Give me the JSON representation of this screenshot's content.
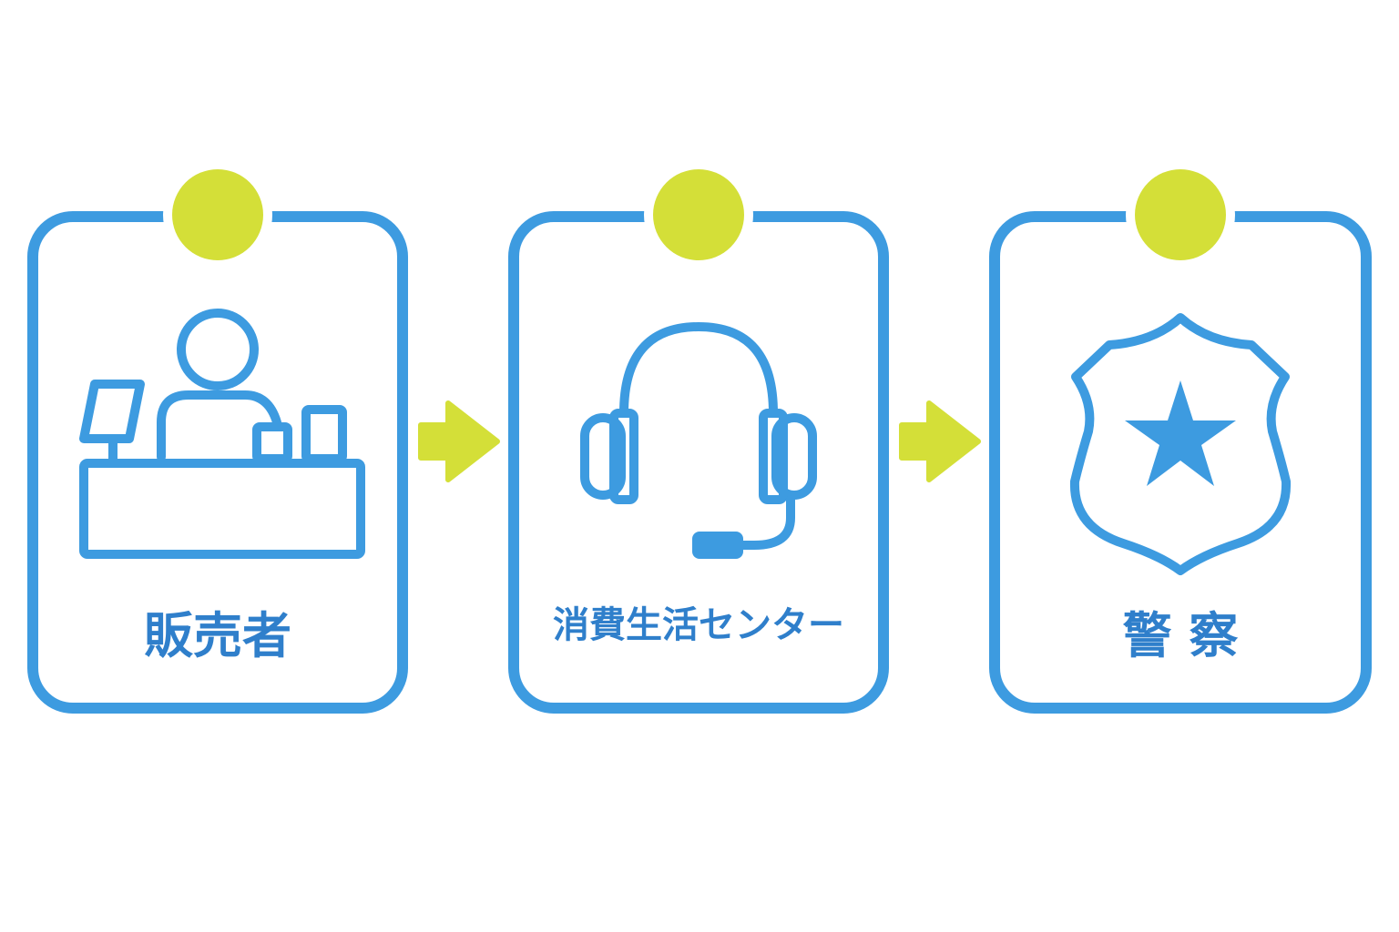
{
  "colors": {
    "stroke": "#3d9be0",
    "accent": "#d4df38",
    "text": "#2f7fcb"
  },
  "cards": [
    {
      "label": "販売者",
      "icon": "seller-counter-icon"
    },
    {
      "label": "消費生活センター",
      "icon": "headset-icon"
    },
    {
      "label": "警 察",
      "icon": "police-badge-icon"
    }
  ],
  "arrows": [
    {
      "icon": "arrow-right-icon"
    },
    {
      "icon": "arrow-right-icon"
    }
  ]
}
